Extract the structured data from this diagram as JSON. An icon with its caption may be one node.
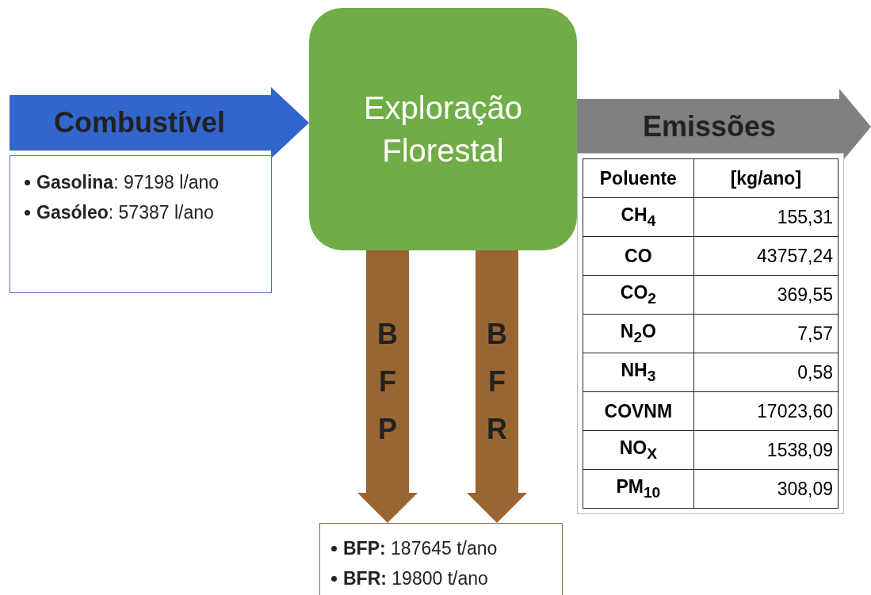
{
  "diagram": {
    "nodes": [
      {
        "text": [
          "**Gasolina**: 97198 l/ano",
          "**Gasóleo**: 57387 l/ano"
        ]
      },
      {
        "text": [
          "Exploração Florestal"
        ]
      },
      {
        "text": [
          "**BFP:** 187645 t/ano",
          "**BFR:** 19800 t/ano"
        ]
      }
    ],
    "edges": [
      {
        "from": null,
        "to": 1,
        "arrow": "to",
        "label": "Combustível",
        "style": "thick",
        "color": "#3366cc"
      },
      {
        "from": 1,
        "to": null,
        "arrow": "to",
        "label": "Emissões",
        "style": "thick",
        "color": "#808080"
      },
      {
        "from": 1,
        "to": 2,
        "arrow": "to",
        "label": "B F P",
        "style": "thick",
        "color": "#996633"
      },
      {
        "from": 1,
        "to": 2,
        "arrow": "to",
        "label": "B F R",
        "style": "thick",
        "color": "#996633"
      }
    ],
    "labels": [
      "Poluente",
      "[kg/ano]",
      "CH$_{4}$",
      "155,31",
      "CO",
      "43757,24",
      "CO$_{2}$",
      "369,55",
      "N$_{2}$O",
      "7,57",
      "NH$_{3}$",
      "0,58",
      "COVNM",
      "17023,60",
      "NO$_{X}$",
      "1538,09",
      "PM$_{10}$",
      "308,09"
    ]
  }
}
